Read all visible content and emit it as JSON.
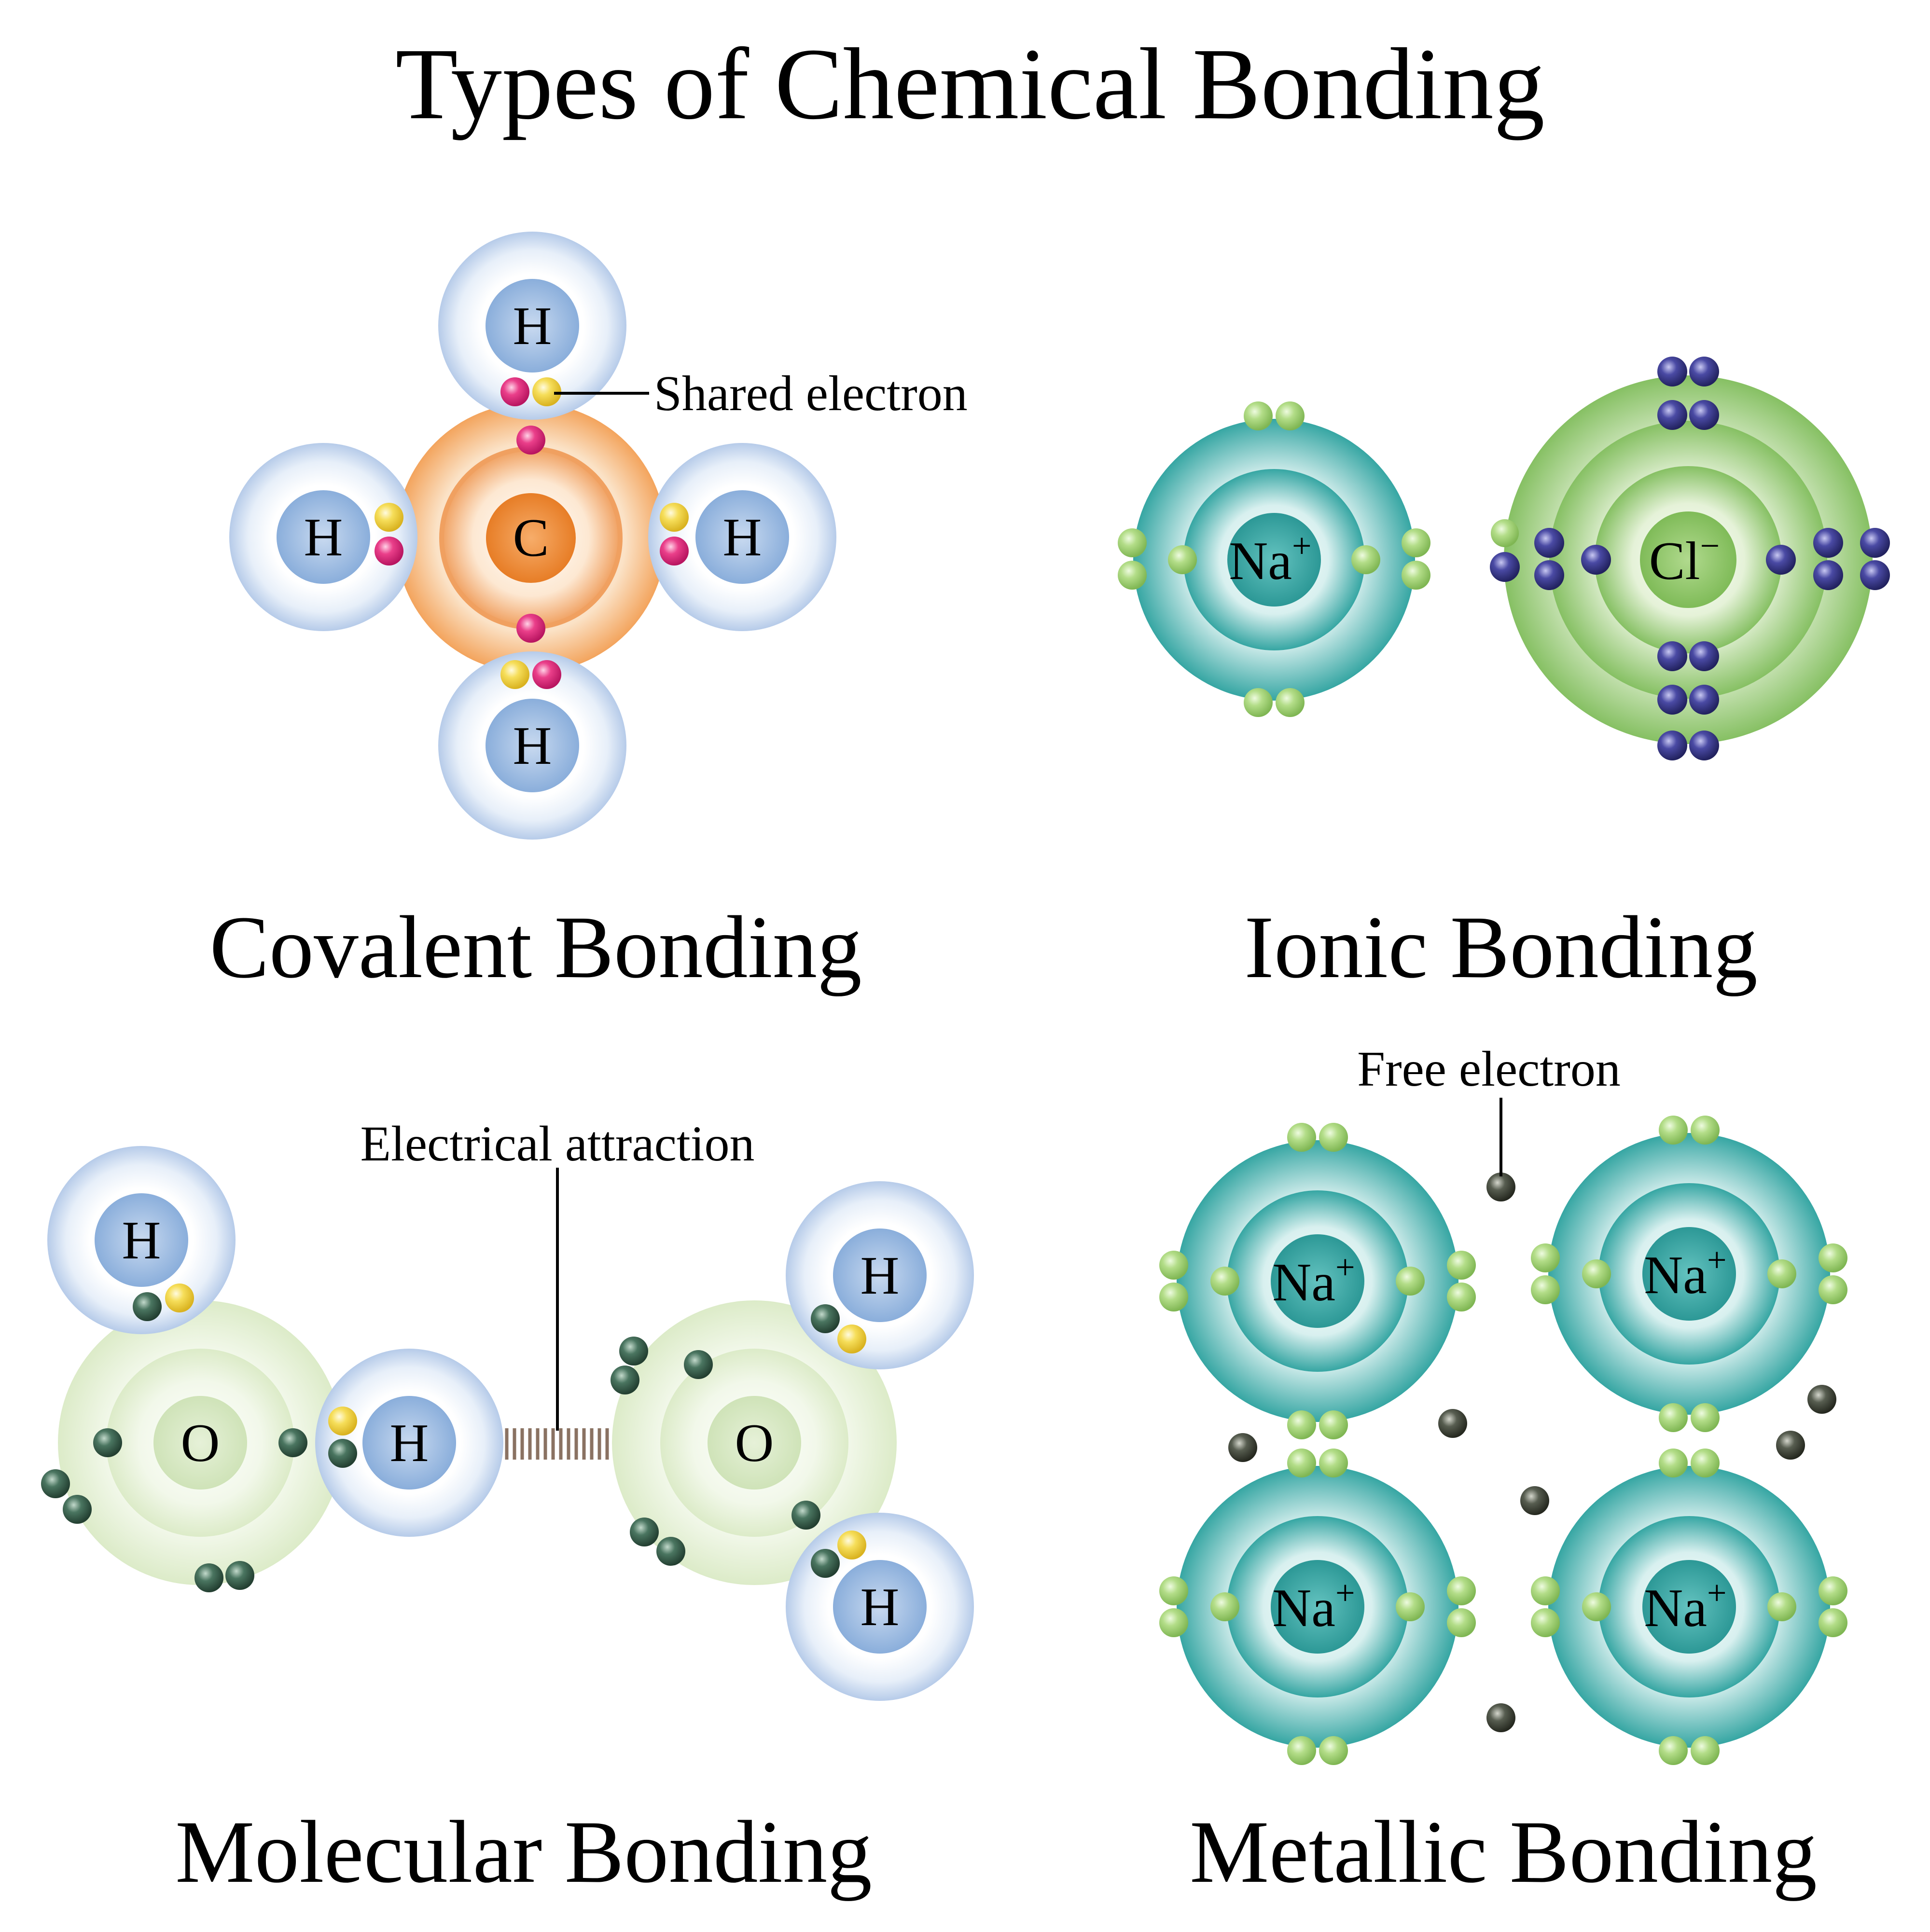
{
  "title": "Types of Chemical Bonding",
  "sections": {
    "covalent": {
      "label": "Covalent Bonding",
      "annotation": "Shared electron",
      "center": "C",
      "hydrogens": [
        "H",
        "H",
        "H",
        "H"
      ]
    },
    "ionic": {
      "label": "Ionic Bonding",
      "sodium": {
        "symbol": "Na",
        "charge": "+"
      },
      "chlorine": {
        "symbol": "Cl",
        "charge": "−"
      }
    },
    "molecular": {
      "label": "Molecular Bonding",
      "annotation": "Electrical attraction",
      "oxygens": [
        "O",
        "O"
      ],
      "hydrogens": [
        "H",
        "H",
        "H",
        "H"
      ]
    },
    "metallic": {
      "label": "Metallic Bonding",
      "annotation": "Free electron",
      "ions": [
        {
          "symbol": "Na",
          "charge": "+"
        },
        {
          "symbol": "Na",
          "charge": "+"
        },
        {
          "symbol": "Na",
          "charge": "+"
        },
        {
          "symbol": "Na",
          "charge": "+"
        }
      ]
    }
  },
  "colors": {
    "hydrogen": "#8fb2dc",
    "carbon": "#ef8a36",
    "sodium": "#39a9a6",
    "chlorine": "#8cc56a",
    "oxygen": "#cfe3ba",
    "shared_electron": "#f0d24a",
    "carbon_electron": "#e0317c",
    "sodium_electron": "#a7d67a",
    "chlorine_electron": "#3d3d92",
    "oxygen_electron": "#3e6650",
    "free_electron": "#4a4f44",
    "attraction": "#8a7262"
  }
}
